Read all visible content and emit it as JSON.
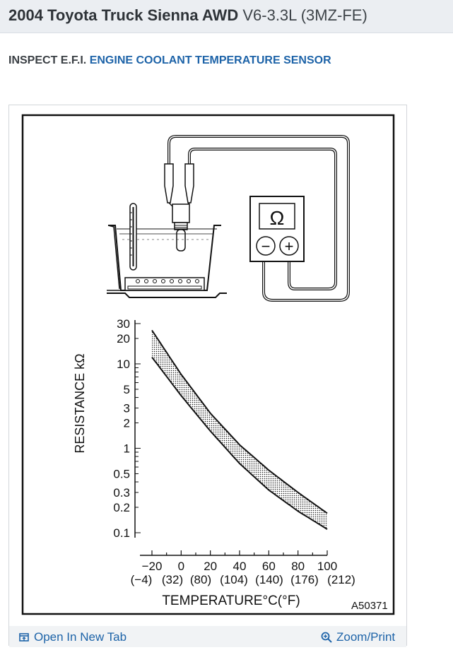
{
  "header": {
    "vehicle": "2004 Toyota Truck Sienna AWD",
    "engine": "V6-3.3L (3MZ-FE)"
  },
  "section": {
    "prefix": "INSPECT E.F.I.",
    "link": "ENGINE COOLANT TEMPERATURE SENSOR"
  },
  "figure": {
    "ohm_symbol": "Ω",
    "minus_symbol": "−",
    "plus_symbol": "+",
    "figure_id": "A50371",
    "y_axis_label": "RESISTANCE kΩ",
    "x_axis_label": "TEMPERATURE°C(°F)",
    "y_ticks": [
      "30",
      "20",
      "10",
      "5",
      "3",
      "2",
      "1",
      "0.5",
      "0.3",
      "0.2",
      "0.1"
    ],
    "x_ticks_c": [
      "−20",
      "0",
      "20",
      "40",
      "60",
      "80",
      "100"
    ],
    "x_ticks_f": [
      "(−4)",
      "(32)",
      "(80)",
      "(104)",
      "(140)",
      "(176)",
      "(212)"
    ]
  },
  "chart_data": {
    "type": "area",
    "xlabel": "TEMPERATURE°C(°F)",
    "ylabel": "RESISTANCE kΩ",
    "xlim": [
      -20,
      100
    ],
    "ylim": [
      0.1,
      30
    ],
    "y_scale": "log",
    "grid": false,
    "series": [
      {
        "x": [
          -20,
          0,
          20,
          40,
          60,
          80,
          100
        ],
        "values": [
          25,
          7.5,
          2.6,
          1.1,
          0.55,
          0.3,
          0.17
        ]
      },
      {
        "x": [
          -20,
          0,
          20,
          40,
          60,
          80,
          100
        ],
        "values": [
          12,
          4.2,
          1.6,
          0.66,
          0.32,
          0.18,
          0.11
        ]
      }
    ]
  },
  "footer": {
    "open_tab": "Open In New Tab",
    "zoom_print": "Zoom/Print"
  }
}
